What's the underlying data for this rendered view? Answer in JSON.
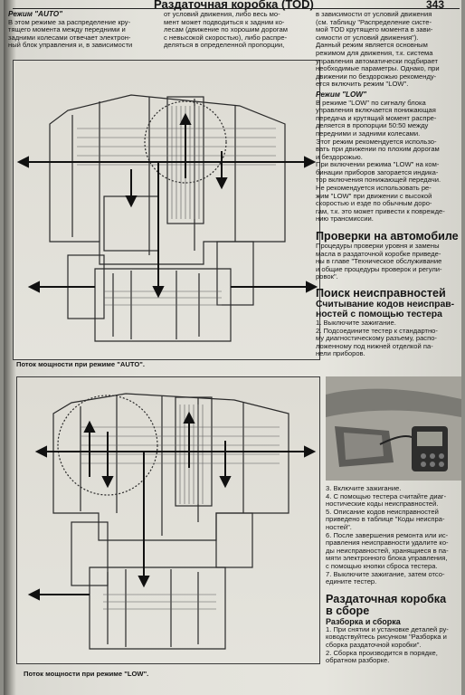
{
  "header": {
    "title": "Раздаточная коробка (TOD)",
    "page_number": "343"
  },
  "col1": {
    "heading": "Режим \"AUTO\"",
    "lines": [
      "В этом режиме за распределение кру-",
      "тящего момента между передними и",
      "задними колесами отвечает электрон-",
      "ный блок управления и, в зависимости"
    ]
  },
  "col2": {
    "lines": [
      "от условий движения, либо весь мо-",
      "мент может подводиться к задним ко-",
      "лесам (движение по хорошим дорогам",
      "с невысокой скоростью), либо распре-",
      "деляться в определенной пропорции,"
    ]
  },
  "col3": {
    "auto_cont": [
      "в зависимости от условий движения",
      "(см. таблицу \"Распределение систе-",
      "мой TOD крутящего момента в зави-",
      "симости от условий движения\").",
      "Данный режим является основным",
      "режимом для движения, т.к. система",
      "управления автоматически подбирает",
      "необходимые параметры. Однако, при",
      "движении по бездорожью рекоменду-",
      "ется включить режим \"LOW\"."
    ],
    "low_heading": "Режим \"LOW\"",
    "low_lines": [
      "В режиме \"LOW\" по сигналу блока",
      "управления включается понижающая",
      "передача и крутящий момент распре-",
      "деляется в пропорции 50:50 между",
      "передними и задними колесами.",
      "Этот режим рекомендуется использо-",
      "вать при движении по плохим дорогам",
      "и бездорожью.",
      "При включении режима \"LOW\" на ком-",
      "бинации приборов загорается индика-",
      "тор включения понижающей передачи.",
      "Не рекомендуется использовать ре-",
      "жим \"LOW\" при движении с высокой",
      "скоростью и езде по обычным доро-",
      "гам, т.к. это может привести к поврежде-",
      "нию трансмиссии."
    ],
    "checks_heading": "Проверки на автомобиле",
    "checks_lines": [
      "Процедуры проверки уровня и замены",
      "масла в раздаточной коробке приведе-",
      "ны в главе \"Техническое обслуживание",
      "и общие процедуры проверок и регули-",
      "ровок\"."
    ],
    "trouble_heading": "Поиск неисправностей",
    "codes_heading": "Считывание кодов неисправ-ностей с помощью тестера",
    "codes_heading_l1": "Считывание кодов неисправ-",
    "codes_heading_l2": "ностей с помощью тестера",
    "steps_a": [
      "1. Выключите зажигание.",
      "2. Подсоедините тестер к стандартно-",
      "му диагностическому разъему, распо-",
      "ложенному под нижней отделкой па-",
      "нели приборов."
    ],
    "steps_b": [
      "3. Включите зажигание.",
      "4. С помощью тестера считайте диаг-",
      "ностические коды неисправностей.",
      "5. Описание кодов неисправностей",
      "приведено в таблице \"Коды неиспра-",
      "ностей\".",
      "6. После завершения ремонта или ис-",
      "правления неисправности удалите ко-",
      "ды неисправностей, хранящиеся в па-",
      "мяти электронного блока управления,",
      "с помощью кнопки сброса тестера.",
      "7. Выключите зажигание, затем отсо-",
      "едините тестер."
    ],
    "assembly_heading_l1": "Раздаточная коробка",
    "assembly_heading_l2": "в сборе",
    "disassembly_heading": "Разборка и сборка",
    "assembly_lines": [
      "1. При снятии и установке деталей ру-",
      "ководствуйтесь рисунком \"Разборка и",
      "сборка раздаточной коробки\".",
      "2. Сборка производится в порядке,",
      "обратном разборке."
    ]
  },
  "figures": {
    "auto_caption": "Поток мощности при режиме \"AUTO\".",
    "low_caption": "Поток мощности при режиме \"LOW\"."
  }
}
